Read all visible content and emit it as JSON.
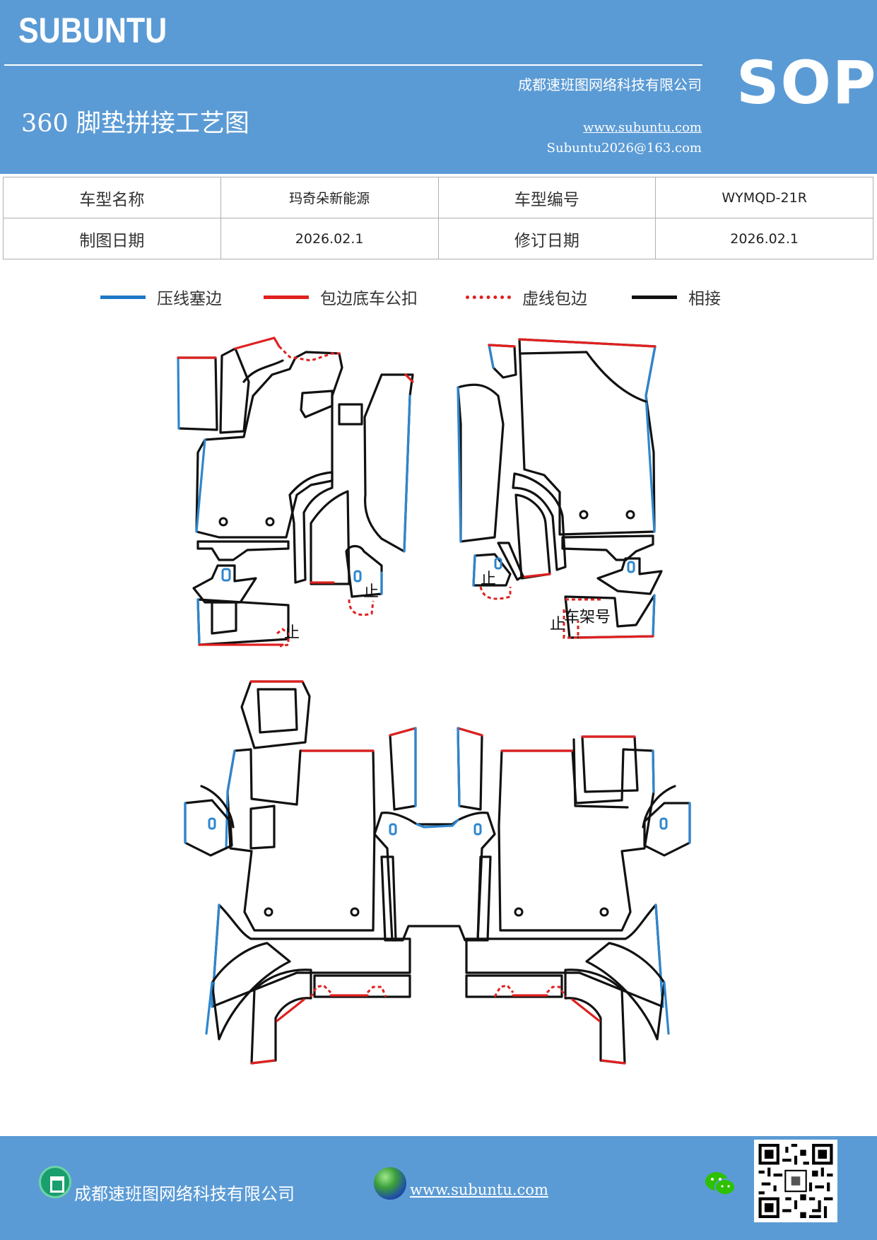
{
  "header": {
    "brand": "SUBUNTU",
    "company": "成都速班图网络科技有限公司",
    "badge": "SOP",
    "title": "360 脚垫拼接工艺图",
    "website": "www.subuntu.com",
    "email": "Subuntu2026@163.com"
  },
  "info_table": {
    "model_name_label": "车型名称",
    "model_name_value": "玛奇朵新能源",
    "model_code_label": "车型编号",
    "model_code_value": "WYMQD-21R",
    "draw_date_label": "制图日期",
    "draw_date_value": "2026.02.1",
    "revise_date_label": "修订日期",
    "revise_date_value": "2026.02.1"
  },
  "legend": [
    {
      "label": "压线塞边",
      "color": "#2e86cf",
      "style": "solid"
    },
    {
      "label": "包边底车公扣",
      "color": "#e02020",
      "style": "solid"
    },
    {
      "label": "虚线包边",
      "color": "#e02020",
      "style": "dotted"
    },
    {
      "label": "相接",
      "color": "#111111",
      "style": "solid"
    }
  ],
  "diagram": {
    "frame_label": "车架号"
  },
  "footer": {
    "company": "成都速班图网络科技有限公司",
    "website": "www.subuntu.com",
    "icons": [
      "building-icon",
      "globe-icon",
      "wechat-icon",
      "qr-code"
    ]
  }
}
